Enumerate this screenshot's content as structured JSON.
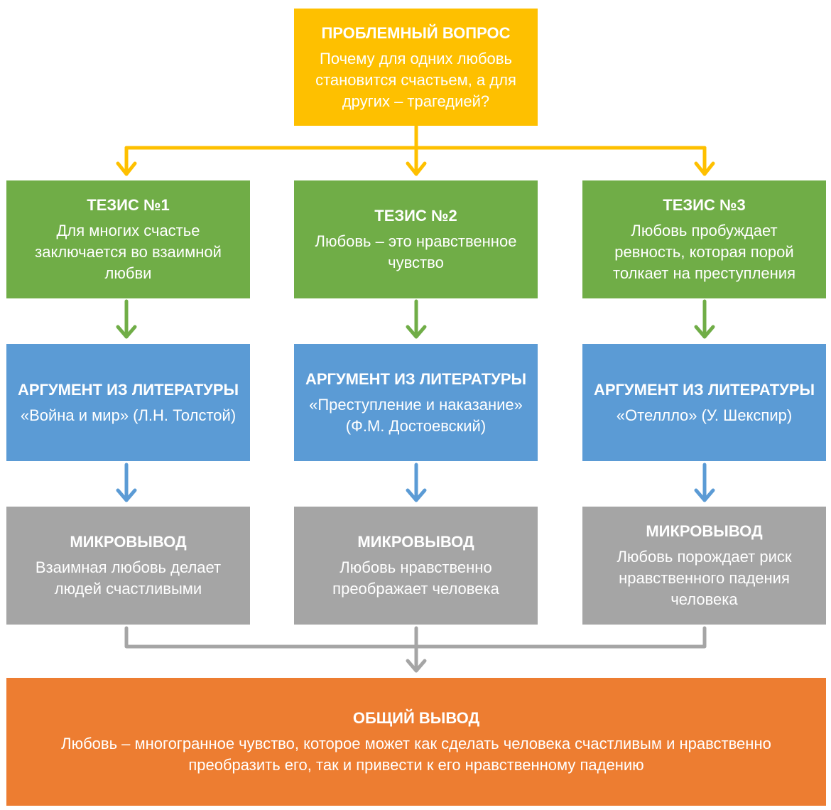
{
  "colors": {
    "question": "#fec000",
    "thesis": "#70ad47",
    "argument": "#5b9bd5",
    "micro": "#a5a5a5",
    "conclusion": "#ed7d31",
    "arrow_question": "#fec000",
    "arrow_thesis": "#70ad47",
    "arrow_argument": "#5b9bd5",
    "arrow_micro": "#a5a5a5"
  },
  "question": {
    "title": "ПРОБЛЕМНЫЙ ВОПРОС",
    "text": "Почему для одних любовь\nстановится счастьем, а для\nдругих – трагедией?"
  },
  "columns": [
    {
      "thesis": {
        "title": "ТЕЗИС №1",
        "text": "Для многих счастье\nзаключается во взаимной\nлюбви"
      },
      "argument": {
        "title": "АРГУМЕНТ ИЗ ЛИТЕРАТУРЫ",
        "text": "«Война и мир» (Л.Н. Толстой)"
      },
      "micro": {
        "title": "МИКРОВЫВОД",
        "text": "Взаимная любовь делает\nлюдей счастливыми"
      }
    },
    {
      "thesis": {
        "title": "ТЕЗИС №2",
        "text": "Любовь – это нравственное\nчувство"
      },
      "argument": {
        "title": "АРГУМЕНТ ИЗ ЛИТЕРАТУРЫ",
        "text": "«Преступление и наказание»\n(Ф.М. Достоевский)"
      },
      "micro": {
        "title": "МИКРОВЫВОД",
        "text": "Любовь нравственно\nпреображает человека"
      }
    },
    {
      "thesis": {
        "title": "ТЕЗИС №3",
        "text": "Любовь пробуждает\nревность, которая порой\nтолкает на преступления"
      },
      "argument": {
        "title": "АРГУМЕНТ ИЗ ЛИТЕРАТУРЫ",
        "text": "«Отелллo» (У. Шекспир)"
      },
      "micro": {
        "title": "МИКРОВЫВОД",
        "text": "Любовь порождает риск\nнравственного падения\nчеловека"
      }
    }
  ],
  "conclusion": {
    "title": "ОБЩИЙ ВЫВОД",
    "text": "Любовь – многогранное чувство, которое может как сделать человека счастливым и нравственно\nпреобразить его, так и привести к его нравственному падению"
  }
}
